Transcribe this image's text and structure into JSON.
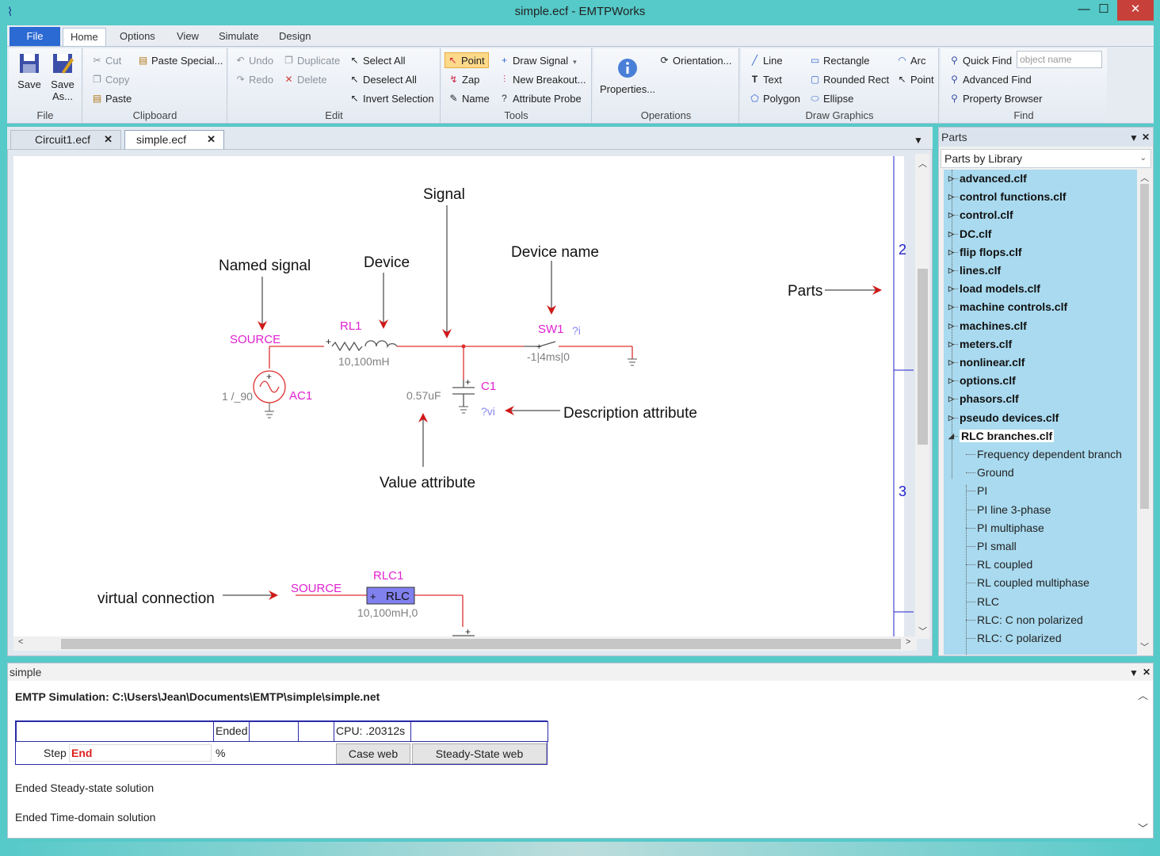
{
  "window": {
    "title": "simple.ecf - EMTPWorks"
  },
  "ribbon_tabs": {
    "file": "File",
    "home": "Home",
    "options": "Options",
    "view": "View",
    "simulate": "Simulate",
    "design": "Design"
  },
  "groups": {
    "file": {
      "label": "File",
      "save": "Save",
      "saveas1": "Save",
      "saveas2": "As..."
    },
    "clipboard": {
      "label": "Clipboard",
      "cut": "Cut",
      "copy": "Copy",
      "paste": "Paste",
      "paste_special": "Paste Special..."
    },
    "edit": {
      "label": "Edit",
      "undo": "Undo",
      "redo": "Redo",
      "duplicate": "Duplicate",
      "delete": "Delete",
      "select_all": "Select All",
      "deselect_all": "Deselect All",
      "invert_selection": "Invert Selection"
    },
    "tools": {
      "label": "Tools",
      "point": "Point",
      "zap": "Zap",
      "name": "Name",
      "draw_signal": "Draw Signal",
      "new_breakout": "New Breakout...",
      "attribute_probe": "Attribute Probe"
    },
    "operations": {
      "label": "Operations",
      "properties": "Properties...",
      "orientation": "Orientation..."
    },
    "draw_graphics": {
      "label": "Draw Graphics",
      "line": "Line",
      "text": "Text",
      "polygon": "Polygon",
      "rectangle": "Rectangle",
      "rounded_rect": "Rounded Rect",
      "ellipse": "Ellipse",
      "arc": "Arc",
      "point": "Point"
    },
    "find": {
      "label": "Find",
      "quick_find": "Quick Find",
      "quick_find_placeholder": "object name",
      "advanced_find": "Advanced Find",
      "property_browser": "Property Browser"
    }
  },
  "doc_tabs": [
    {
      "label": "Circuit1.ecf"
    },
    {
      "label": "simple.ecf"
    }
  ],
  "schematic": {
    "annotations": {
      "signal": "Signal",
      "named_signal": "Named signal",
      "device": "Device",
      "device_name": "Device name",
      "parts": "Parts",
      "description_attribute": "Description attribute",
      "value_attribute": "Value attribute",
      "virtual_connection": "virtual connection"
    },
    "labels": {
      "source1": "SOURCE",
      "rl1": "RL1",
      "rl1_val": "10,100mH",
      "sw1": "SW1",
      "sw1_desc": "?i",
      "sw1_val": "-1|4ms|0",
      "ac1": "AC1",
      "ac1_val": "1 /_90",
      "c1": "C1",
      "c1_val": "0.57uF",
      "c1_desc": "?vi",
      "source2": "SOURCE",
      "rlc1": "RLC1",
      "rlc_box": "RLC",
      "rlc_plus": "+",
      "rlc_val": "10,100mH,0",
      "plus": "+"
    },
    "page_numbers": {
      "p2": "2",
      "p3": "3"
    },
    "colors": {
      "wire": "#e03030",
      "label_magenta": "#e020d0",
      "value_gray": "#808080",
      "desc_blue": "#8a8af0",
      "arrow": "#d01818",
      "rlc_fill": "#8080ee"
    }
  },
  "parts_panel": {
    "title": "Parts",
    "combo": "Parts by Library",
    "libraries": [
      "advanced.clf",
      "control functions.clf",
      "control.clf",
      "DC.clf",
      "flip flops.clf",
      "lines.clf",
      "load models.clf",
      "machine controls.clf",
      "machines.clf",
      "meters.clf",
      "nonlinear.clf",
      "options.clf",
      "phasors.clf",
      "pseudo devices.clf",
      "RLC branches.clf"
    ],
    "rlc_items": [
      "Frequency dependent branch",
      "Ground",
      "PI",
      "PI line 3-phase",
      "PI multiphase",
      "PI small",
      "RL coupled",
      "RL coupled multiphase",
      "RLC",
      "RLC: C non polarized",
      "RLC: C polarized"
    ]
  },
  "simulation": {
    "pane_title": "simple",
    "path": "EMTP Simulation: C:\\Users\\Jean\\Documents\\EMTP\\simple\\simple.net",
    "ended": "Ended",
    "cpu": "CPU:  .20312s",
    "step_label": "Step",
    "step_value": "End",
    "percent": "%",
    "case_web": "Case web",
    "steady_state_web": "Steady-State web",
    "line1": "Ended Steady-state solution",
    "line2": "Ended Time-domain solution"
  }
}
